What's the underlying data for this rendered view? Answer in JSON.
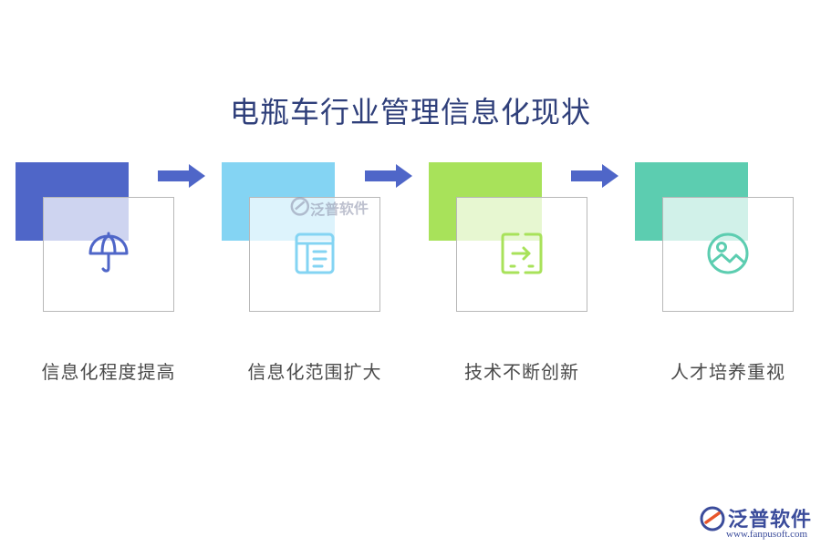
{
  "title": "电瓶车行业管理信息化现状",
  "steps": [
    {
      "label": "信息化程度提高",
      "color": "#4f66c8",
      "icon": "umbrella-icon",
      "icon_color": "#4f66c8"
    },
    {
      "label": "信息化范围扩大",
      "color": "#84d4f3",
      "icon": "list-document-icon",
      "icon_color": "#84d4f3"
    },
    {
      "label": "技术不断创新",
      "color": "#a8e25a",
      "icon": "transfer-icon",
      "icon_color": "#a8e25a"
    },
    {
      "label": "人才培养重视",
      "color": "#5ccdb0",
      "icon": "image-icon",
      "icon_color": "#5ccdb0"
    }
  ],
  "arrow_color": "#4f66c8",
  "logo": {
    "name": "泛普软件",
    "url": "www.fanpusoft.com",
    "color": "#3b4c9b"
  },
  "watermark": {
    "text": "泛普软件"
  }
}
